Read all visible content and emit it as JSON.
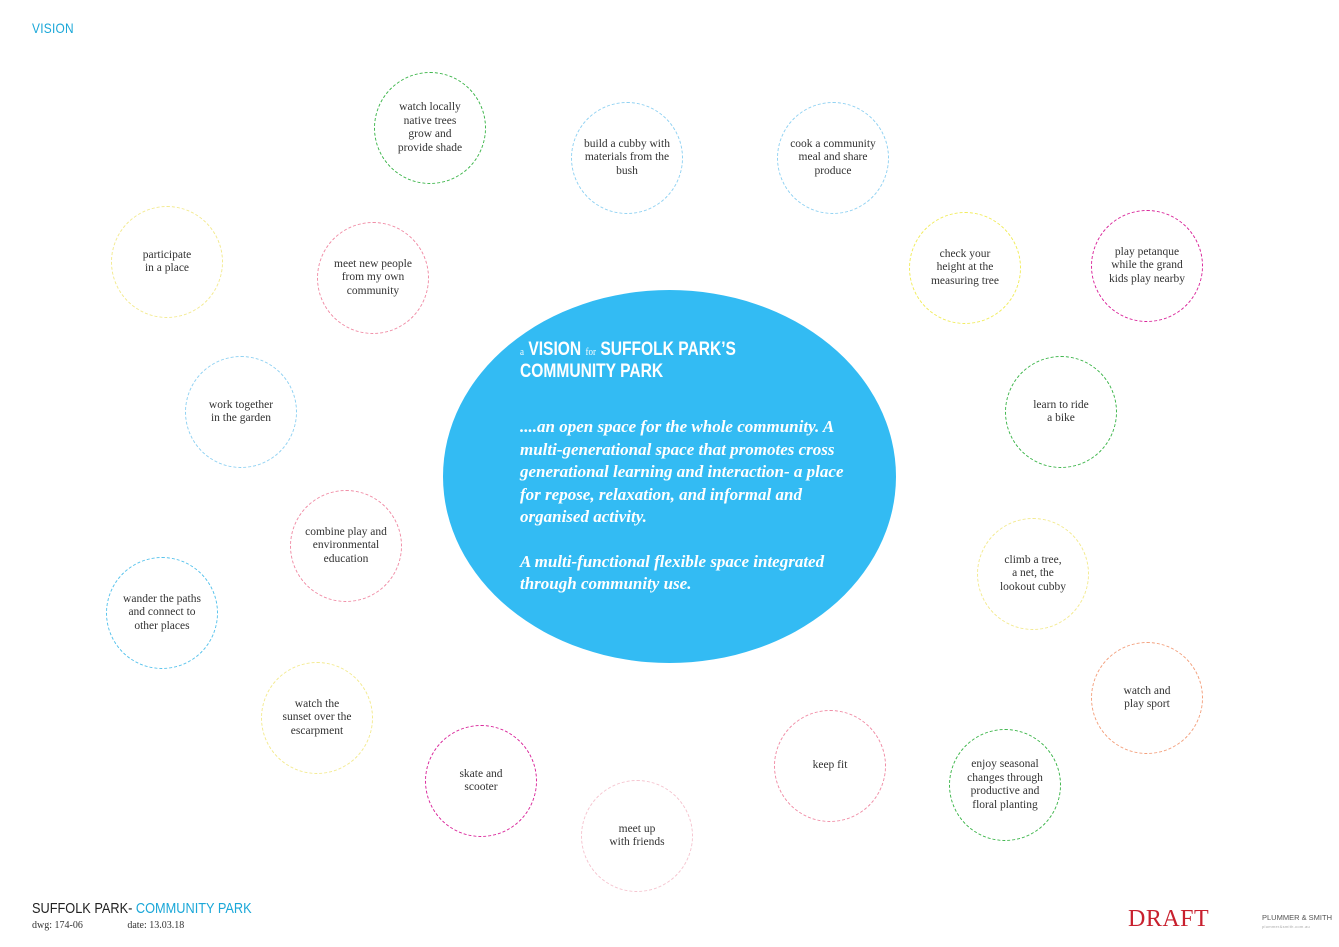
{
  "heading": "VISION",
  "center": {
    "title_prefix": "a",
    "title_vision": "VISION",
    "title_for": "for",
    "title_rest": "SUFFOLK PARK’S",
    "title_line2": "COMMUNITY PARK",
    "paragraph1": "....an open space for the whole community. A multi-generational space that promotes cross generational learning and interaction- a place for repose, relaxation, and informal and organised activity.",
    "paragraph2": "A multi-functional flexible space integrated through community use."
  },
  "bubbles": [
    {
      "lines": [
        "watch locally",
        "native trees",
        "grow and",
        "provide shade"
      ],
      "color": "#3cb54a"
    },
    {
      "lines": [
        "build a cubby with",
        "materials from the",
        "bush"
      ],
      "color": "#8fd1f2"
    },
    {
      "lines": [
        "cook a community",
        "meal and share",
        "produce"
      ],
      "color": "#8fd1f2"
    },
    {
      "lines": [
        "participate",
        "in a place"
      ],
      "color": "#f3ea8f"
    },
    {
      "lines": [
        "meet new people",
        "from my own",
        "community"
      ],
      "color": "#f08ca5"
    },
    {
      "lines": [
        "check your",
        "height at the",
        "measuring tree"
      ],
      "color": "#f1ec5a"
    },
    {
      "lines": [
        "play petanque",
        "while the grand",
        "kids play nearby"
      ],
      "color": "#d9259a"
    },
    {
      "lines": [
        "work together",
        "in the garden"
      ],
      "color": "#8fd1f2"
    },
    {
      "lines": [
        "learn to ride",
        "a bike"
      ],
      "color": "#3cb54a"
    },
    {
      "lines": [
        "combine play and",
        "environmental",
        "education"
      ],
      "color": "#f08ca5"
    },
    {
      "lines": [
        "climb a tree,",
        "a net, the",
        "lookout cubby"
      ],
      "color": "#f3ea8f"
    },
    {
      "lines": [
        "wander the paths",
        "and connect to",
        "other places"
      ],
      "color": "#55c2ec"
    },
    {
      "lines": [
        "watch and",
        "play sport"
      ],
      "color": "#f3a07d"
    },
    {
      "lines": [
        "watch the",
        "sunset over the",
        "escarpment"
      ],
      "color": "#f3ea8f"
    },
    {
      "lines": [
        "skate and",
        "scooter"
      ],
      "color": "#d9259a"
    },
    {
      "lines": [
        "keep fit"
      ],
      "color": "#f08ca5"
    },
    {
      "lines": [
        "enjoy seasonal",
        "changes through",
        "productive and",
        "floral planting"
      ],
      "color": "#3cb54a"
    },
    {
      "lines": [
        "meet up",
        "with friends"
      ],
      "color": "#f5c4cf"
    }
  ],
  "footer": {
    "title_main": "SUFFOLK PARK-",
    "title_accent": "COMMUNITY PARK",
    "dwg": "dwg: 174-06",
    "date": "date: 13.03.18",
    "draft": "DRAFT",
    "logo": "PLUMMER & SMITH",
    "logo_sub": "plummer&smith.com.au"
  }
}
